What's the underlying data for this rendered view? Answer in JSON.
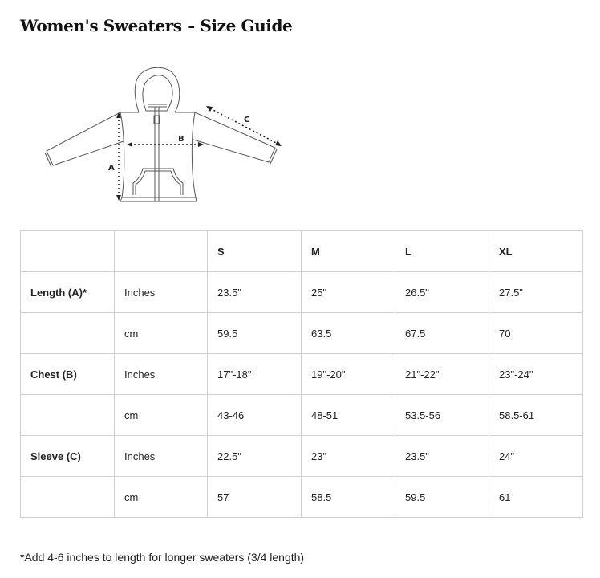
{
  "title": "Women's Sweaters – Size Guide",
  "diagram": {
    "labels": {
      "a": "A",
      "b": "B",
      "c": "C"
    },
    "description": "Hooded zip-up sweater illustration with measurement arrows"
  },
  "table": {
    "headers": [
      "",
      "",
      "S",
      "M",
      "L",
      "XL"
    ],
    "rows": [
      {
        "label": "Length (A)*",
        "unit": "Inches",
        "values": [
          "23.5\"",
          "25\"",
          "26.5\"",
          "27.5\""
        ]
      },
      {
        "label": "",
        "unit": "cm",
        "values": [
          "59.5",
          "63.5",
          "67.5",
          "70"
        ]
      },
      {
        "label": "Chest (B)",
        "unit": "Inches",
        "values": [
          "17\"-18\"",
          "19\"-20\"",
          "21\"-22\"",
          "23\"-24\""
        ]
      },
      {
        "label": "",
        "unit": "cm",
        "values": [
          "43-46",
          "48-51",
          "53.5-56",
          "58.5-61"
        ]
      },
      {
        "label": "Sleeve (C)",
        "unit": "Inches",
        "values": [
          "22.5\"",
          "23\"",
          "23.5\"",
          "24\""
        ]
      },
      {
        "label": "",
        "unit": "cm",
        "values": [
          "57",
          "58.5",
          "59.5",
          "61"
        ]
      }
    ]
  },
  "footnote": "*Add 4-6 inches to length for longer sweaters (3/4 length)"
}
